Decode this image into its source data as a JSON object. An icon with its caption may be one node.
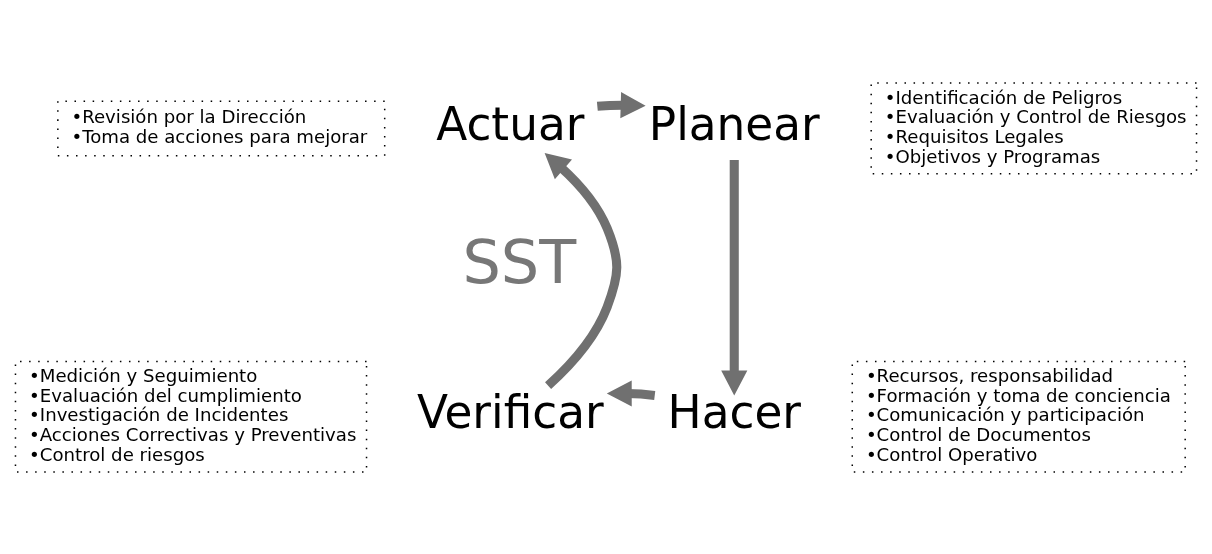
{
  "diagram": {
    "nodes": [
      {
        "text": [
          "•Revisión por la Dirección",
          "•Toma de acciones para mejorar"
        ]
      },
      {
        "text": [
          "Actuar"
        ]
      },
      {
        "text": [
          "Planear"
        ]
      },
      {
        "text": [
          "•Identificación de Peligros",
          "•Evaluación y Control de Riesgos",
          "•Requisitos Legales",
          "•Objetivos y Programas"
        ]
      },
      {
        "text": [
          "•Medición y Seguimiento",
          "•Evaluación del cumplimiento",
          "•Investigación de Incidentes",
          "•Acciones Correctivas y Preventivas",
          "•Control de riesgos"
        ]
      },
      {
        "text": [
          "Verificar"
        ]
      },
      {
        "text": [
          "Hacer"
        ]
      },
      {
        "text": [
          "•Recursos, responsabilidad",
          "•Formación y toma de conciencia",
          "•Comunicación y participación",
          "•Control de Documentos",
          "•Control Operativo"
        ]
      }
    ],
    "edges": [
      {
        "from": 1,
        "to": 2,
        "arrow": "to"
      },
      {
        "from": 2,
        "to": 6,
        "arrow": "to"
      },
      {
        "from": 6,
        "to": 5,
        "arrow": "to"
      },
      {
        "from": 5,
        "to": 1,
        "arrow": "to"
      }
    ],
    "labels": [
      "SST"
    ]
  }
}
